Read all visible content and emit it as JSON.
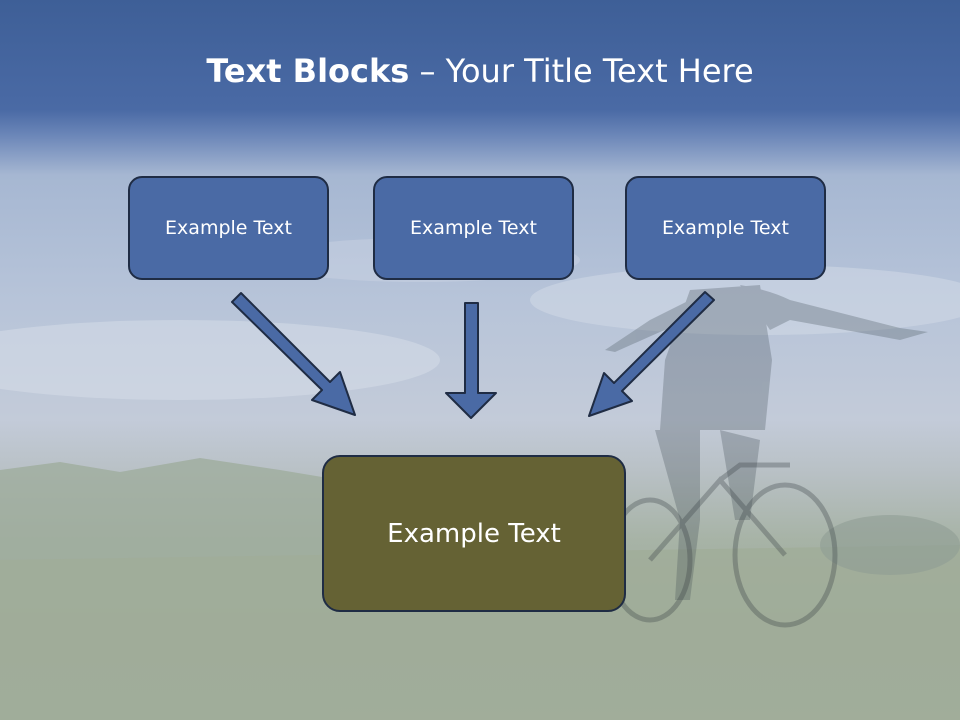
{
  "slide": {
    "title_bold": "Text Blocks",
    "title_sep": " – ",
    "title_rest": "Your Title Text Here",
    "blocks": [
      {
        "label": "Example Text"
      },
      {
        "label": "Example Text"
      },
      {
        "label": "Example Text"
      }
    ],
    "main_block": {
      "label": "Example Text"
    },
    "colors": {
      "block_fill": "#4a6aa5",
      "block_border": "#1f2c44",
      "main_fill": "#656234",
      "arrow_fill": "#4a6aa5",
      "title_text": "#ffffff"
    },
    "background": "photo-girl-on-bicycle-in-grass-field"
  }
}
